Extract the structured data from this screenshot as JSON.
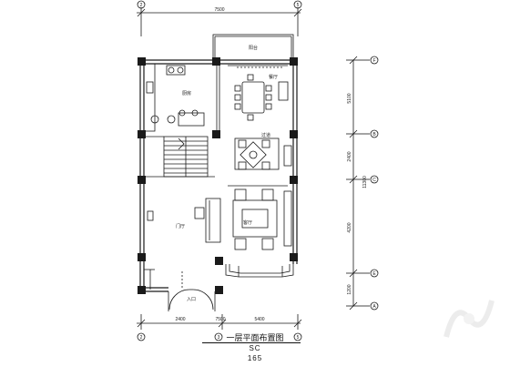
{
  "drawing": {
    "title": "一层平面布置图",
    "sheet_code": "SC",
    "sheet_number": "165",
    "line_color": "#1a1a1a",
    "wall_fill": "#1a1a1a",
    "top_dims": {
      "total": "7500"
    },
    "bottom_dims": {
      "left": "2400",
      "mid": "7500",
      "right": "5400"
    },
    "right_dims": [
      "5100",
      "2400",
      "11300",
      "4200",
      "1200"
    ],
    "grid_letters": [
      "F",
      "B",
      "C",
      "E",
      "A"
    ],
    "top_grid": [
      "2",
      "5"
    ],
    "bottom_grid": [
      "2",
      "3",
      "5"
    ],
    "rooms": {
      "balcony": "阳台",
      "kitchen": "厨房",
      "dining": "餐厅",
      "living": "客厅",
      "foyer": "门厅",
      "entry": "入口",
      "corridor": "过道"
    },
    "watermark_icon": "logo-watermark-icon"
  }
}
